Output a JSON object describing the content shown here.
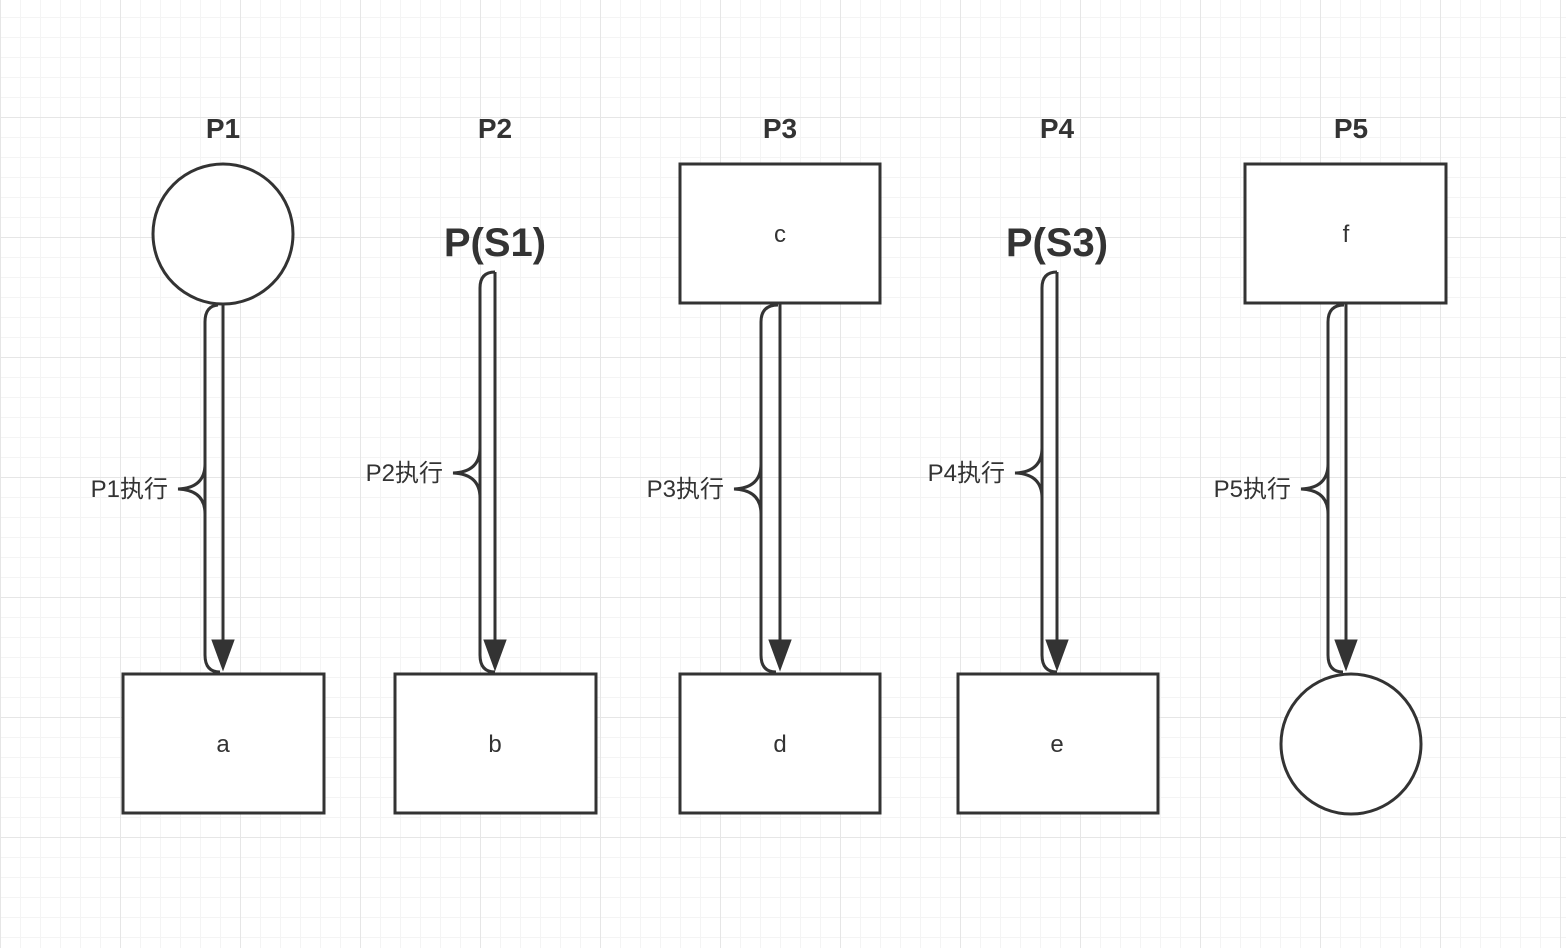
{
  "processes": [
    {
      "title": "P1",
      "top_kind": "circle",
      "top_label": "",
      "exec_label": "P1执行",
      "bottom_kind": "rect",
      "bottom_label": "a"
    },
    {
      "title": "P2",
      "top_kind": "text",
      "top_label": "P(S1)",
      "exec_label": "P2执行",
      "bottom_kind": "rect",
      "bottom_label": "b"
    },
    {
      "title": "P3",
      "top_kind": "rect",
      "top_label": "c",
      "exec_label": "P3执行",
      "bottom_kind": "rect",
      "bottom_label": "d"
    },
    {
      "title": "P4",
      "top_kind": "text",
      "top_label": "P(S3)",
      "exec_label": "P4执行",
      "bottom_kind": "rect",
      "bottom_label": "e"
    },
    {
      "title": "P5",
      "top_kind": "rect",
      "top_label": "f",
      "exec_label": "P5执行",
      "bottom_kind": "circle",
      "bottom_label": ""
    }
  ],
  "colors": {
    "stroke": "#333333",
    "grid": "#e6e6e6",
    "background": "#ffffff"
  }
}
